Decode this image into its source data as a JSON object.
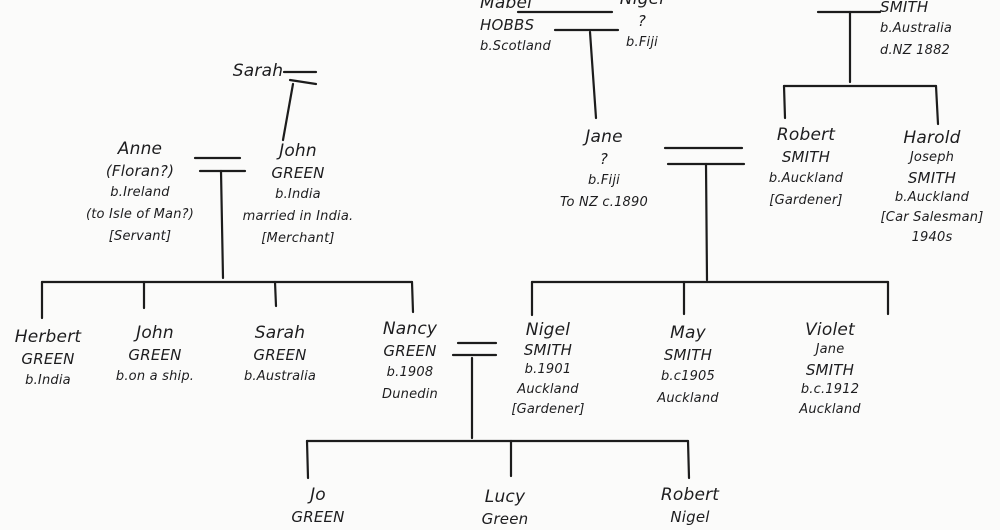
{
  "people": {
    "mabel": {
      "lines": [
        "Mabel",
        "HOBBS",
        "b.Scotland"
      ]
    },
    "nigel_top": {
      "lines": [
        "Nigel",
        "?",
        "b.Fiji"
      ]
    },
    "smith_top": {
      "lines": [
        "SMITH",
        "b.Australia",
        "d.NZ 1882"
      ]
    },
    "sarah_top": {
      "lines": [
        "Sarah"
      ]
    },
    "anne": {
      "lines": [
        "Anne",
        "(Floran?)",
        "b.Ireland",
        "(to Isle of Man?)",
        "[Servant]"
      ]
    },
    "john_green": {
      "lines": [
        "John",
        "GREEN",
        "b.India",
        "married in India.",
        "[Merchant]"
      ]
    },
    "jane": {
      "lines": [
        "Jane",
        "?",
        "b.Fiji",
        "To NZ c.1890"
      ]
    },
    "robert_smith": {
      "lines": [
        "Robert",
        "SMITH",
        "b.Auckland",
        "[Gardener]"
      ]
    },
    "harold": {
      "lines": [
        "Harold",
        "Joseph",
        "SMITH",
        "b.Auckland",
        "[Car Salesman]",
        "1940s"
      ]
    },
    "herbert": {
      "lines": [
        "Herbert",
        "GREEN",
        "b.India"
      ]
    },
    "john_jr": {
      "lines": [
        "John",
        "GREEN",
        "b.on a ship."
      ]
    },
    "sarah_green": {
      "lines": [
        "Sarah",
        "GREEN",
        "b.Australia"
      ]
    },
    "nancy": {
      "lines": [
        "Nancy",
        "GREEN",
        "b.1908",
        "Dunedin"
      ]
    },
    "nigel_smith": {
      "lines": [
        "Nigel",
        "SMITH",
        "b.1901",
        "Auckland",
        "[Gardener]"
      ]
    },
    "may": {
      "lines": [
        "May",
        "SMITH",
        "b.c1905",
        "Auckland"
      ]
    },
    "violet": {
      "lines": [
        "Violet",
        "Jane",
        "SMITH",
        "b.c.1912",
        "Auckland"
      ]
    },
    "jo": {
      "lines": [
        "Jo",
        "GREEN"
      ]
    },
    "lucy": {
      "lines": [
        "Lucy",
        "Green"
      ]
    },
    "robert_nigel": {
      "lines": [
        "Robert",
        "Nigel"
      ]
    }
  }
}
